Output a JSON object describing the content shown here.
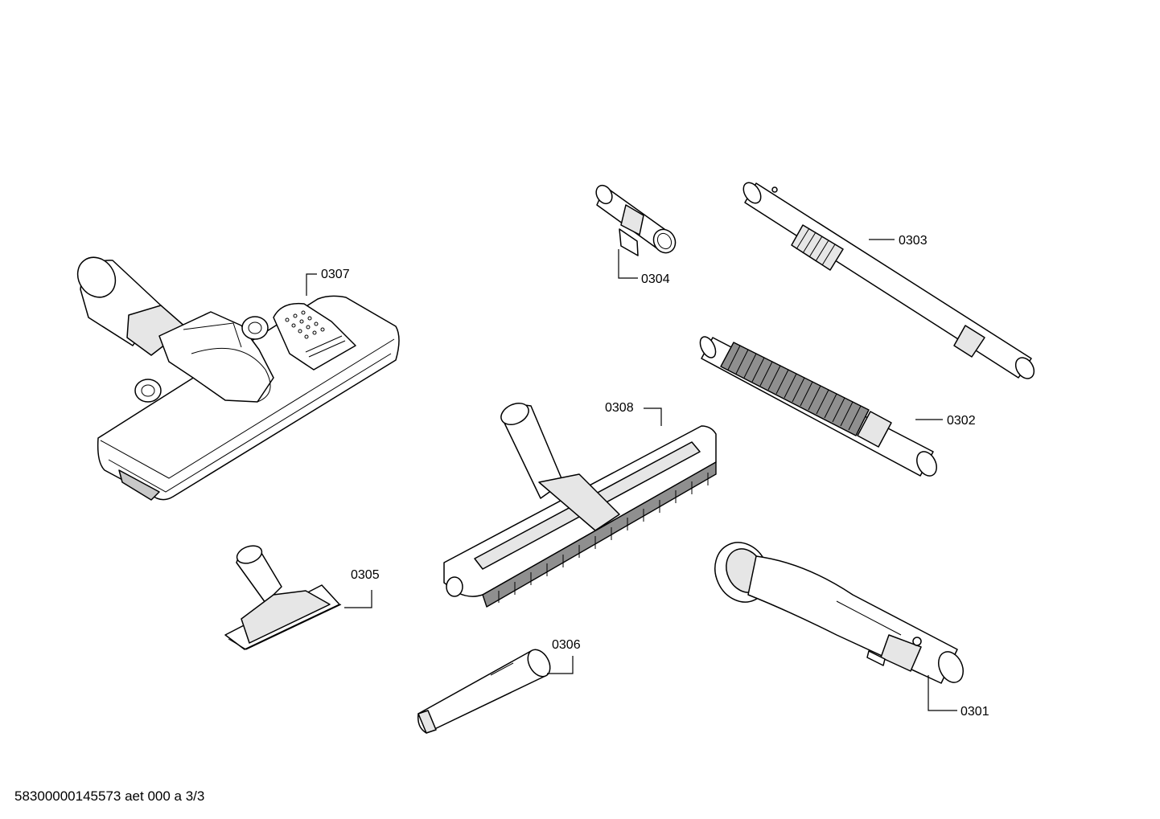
{
  "parts": [
    {
      "id": "p0301",
      "label": "0301",
      "name": "handle-with-swivel"
    },
    {
      "id": "p0302",
      "label": "0302",
      "name": "flexible-hose"
    },
    {
      "id": "p0303",
      "label": "0303",
      "name": "extension-tube"
    },
    {
      "id": "p0304",
      "label": "0304",
      "name": "tube-clip"
    },
    {
      "id": "p0305",
      "label": "0305",
      "name": "upholstery-nozzle"
    },
    {
      "id": "p0306",
      "label": "0306",
      "name": "crevice-nozzle"
    },
    {
      "id": "p0307",
      "label": "0307",
      "name": "floor-nozzle"
    },
    {
      "id": "p0308",
      "label": "0308",
      "name": "parquet-brush"
    }
  ],
  "footer": {
    "doc_code": "58300000145573 aet 000 a 3/3"
  }
}
